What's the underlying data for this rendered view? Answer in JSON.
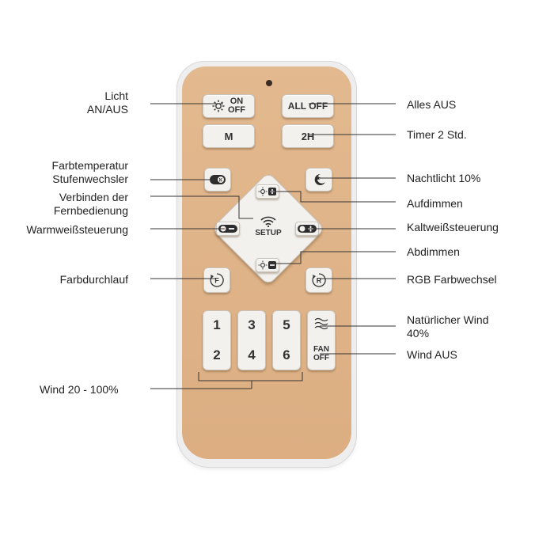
{
  "buttons": {
    "on_off_top": "ON",
    "on_off_bottom": "OFF",
    "all_off": "ALL OFF",
    "m": "M",
    "timer": "2H",
    "setup": "SETUP",
    "fan_top": "FAN",
    "fan_bottom": "OFF",
    "numbers": [
      "1",
      "2",
      "3",
      "4",
      "5",
      "6"
    ]
  },
  "labels_left": {
    "light_line1": "Licht",
    "light_line2": "AN/AUS",
    "color_temp_line1": "Farbtemperatur",
    "color_temp_line2": "Stufenwechsler",
    "connect_line1": "Verbinden der",
    "connect_line2": "Fernbedienung",
    "warm_white": "Warmweißsteuerung",
    "color_cycle": "Farbdurchlauf",
    "wind": "Wind 20 - 100%"
  },
  "labels_right": {
    "all_off": "Alles AUS",
    "timer": "Timer 2 Std.",
    "night_light": "Nachtlicht 10%",
    "dim_up": "Aufdimmen",
    "cold_white": "Kaltweißsteuerung",
    "dim_down": "Abdimmen",
    "rgb": "RGB Farbwechsel",
    "natural_wind_line1": "Natürlicher Wind",
    "natural_wind_line2": "40%",
    "wind_off": "Wind AUS"
  },
  "colors": {
    "remote_face": "#e0b48a",
    "button_face": "#f3f1ee",
    "leader_line": "#333333"
  }
}
